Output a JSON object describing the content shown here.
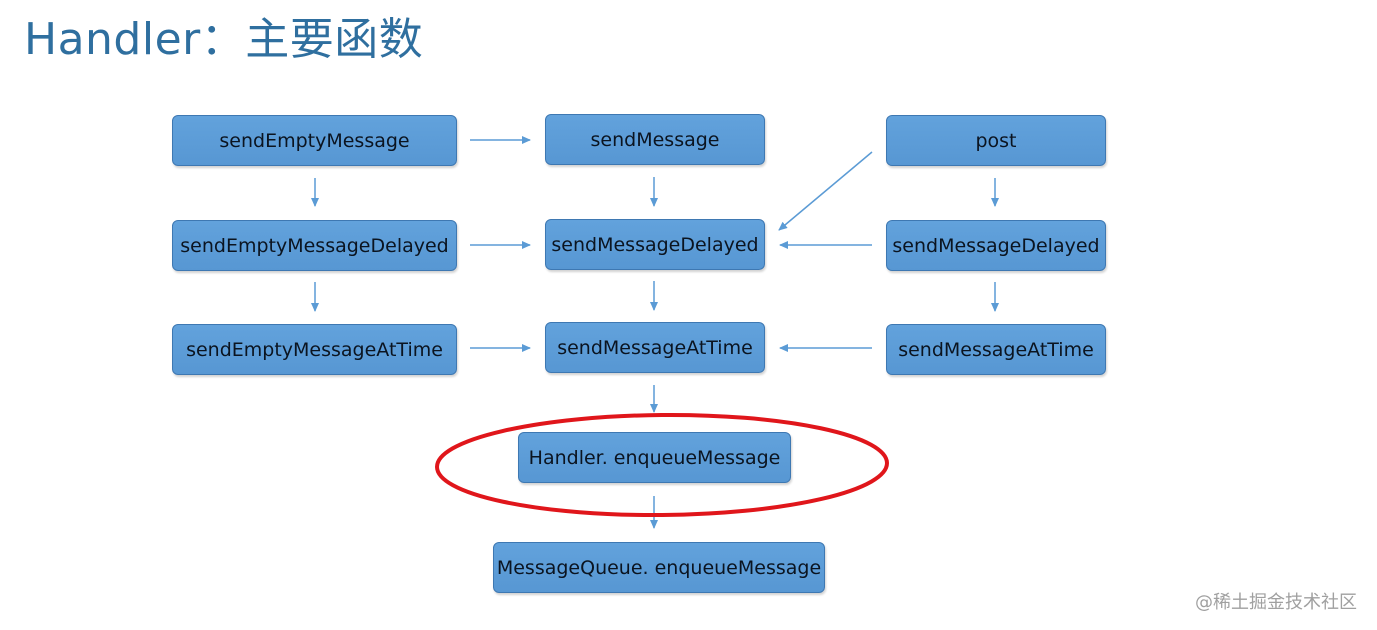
{
  "title": "Handler：主要函数",
  "nodes": {
    "send_empty_message": "sendEmptyMessage",
    "send_message": "sendMessage",
    "post": "post",
    "send_empty_message_delayed": "sendEmptyMessageDelayed",
    "send_message_delayed_center": "sendMessageDelayed",
    "send_message_delayed_right": "sendMessageDelayed",
    "send_empty_message_at_time": "sendEmptyMessageAtTime",
    "send_message_at_time_center": "sendMessageAtTime",
    "send_message_at_time_right": "sendMessageAtTime",
    "handler_enqueue_message": "Handler. enqueueMessage",
    "message_queue_enqueue_message": "MessageQueue. enqueueMessage"
  },
  "edges": [
    {
      "from": "send_empty_message",
      "to": "send_message"
    },
    {
      "from": "send_empty_message",
      "to": "send_empty_message_delayed"
    },
    {
      "from": "send_message",
      "to": "send_message_delayed_center"
    },
    {
      "from": "post",
      "to": "send_message_delayed_center"
    },
    {
      "from": "post",
      "to": "send_message_delayed_right"
    },
    {
      "from": "send_empty_message_delayed",
      "to": "send_message_delayed_center"
    },
    {
      "from": "send_message_delayed_right",
      "to": "send_message_delayed_center"
    },
    {
      "from": "send_empty_message_delayed",
      "to": "send_empty_message_at_time"
    },
    {
      "from": "send_message_delayed_center",
      "to": "send_message_at_time_center"
    },
    {
      "from": "send_message_delayed_right",
      "to": "send_message_at_time_right"
    },
    {
      "from": "send_empty_message_at_time",
      "to": "send_message_at_time_center"
    },
    {
      "from": "send_message_at_time_right",
      "to": "send_message_at_time_center"
    },
    {
      "from": "send_message_at_time_center",
      "to": "handler_enqueue_message"
    },
    {
      "from": "handler_enqueue_message",
      "to": "message_queue_enqueue_message"
    }
  ],
  "highlight": {
    "target": "handler_enqueue_message",
    "shape": "ellipse",
    "color": "#e0161b"
  },
  "colors": {
    "title": "#2f6f9f",
    "node_fill": "#5b9bd5",
    "node_border": "#3e78b2",
    "arrow": "#5b9bd5"
  },
  "watermark": "@稀土掘金技术社区"
}
